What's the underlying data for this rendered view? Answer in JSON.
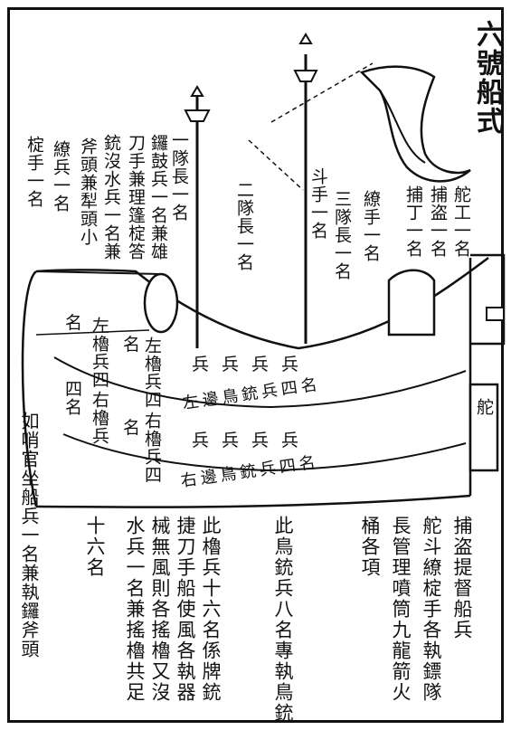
{
  "title": "六號船式",
  "labels": {
    "duozhang": "舵工一名",
    "bubing": "捕盗一名",
    "bugong": "捕丁一名",
    "liaoshou": "繚手一名",
    "sanduizhang": "三隊長一名",
    "doushou": "斗手一名",
    "erduizhang": "二隊長一名",
    "yiduizhang": "一隊長一名",
    "gubing": "鑼鼓兵一名兼雄",
    "daoshou": "刀手兼理篷椗答",
    "chenmo": "銃沒水兵一名兼",
    "futou": "斧頭兼犁頭小",
    "liubing": "繚兵一名",
    "dingshou": "椗手一名",
    "rudder": "舵"
  },
  "hull": {
    "ming_left": "名",
    "ming_mid": "名",
    "ming_low": "名",
    "zuolu_bing_si_a": "左櫓兵四",
    "zuolu_bing_si_b": "左櫓兵四",
    "si_ming": "四名",
    "youlu_bing_a": "右櫓兵",
    "youlu_bing_si": "右櫓兵四",
    "row1": "兵兵兵兵",
    "row2": "左邊鳥銃兵四名",
    "row3": "兵兵兵兵",
    "row4": "右邊鳥銃兵四名"
  },
  "notes": [
    "捕盗提督船兵",
    "舵斗繚椗手各執鏢隊",
    "長管理噴筒九龍箭火",
    "桶各項",
    "此鳥銃兵八名專執鳥銃",
    "此櫓兵十六名係牌銃",
    "捷刀手船使風各執器",
    "械無風則各搖櫓又沒",
    "水兵一名兼搖櫓共足",
    "十六名",
    "如哨官坐船兵一名兼執鑼斧頭"
  ]
}
